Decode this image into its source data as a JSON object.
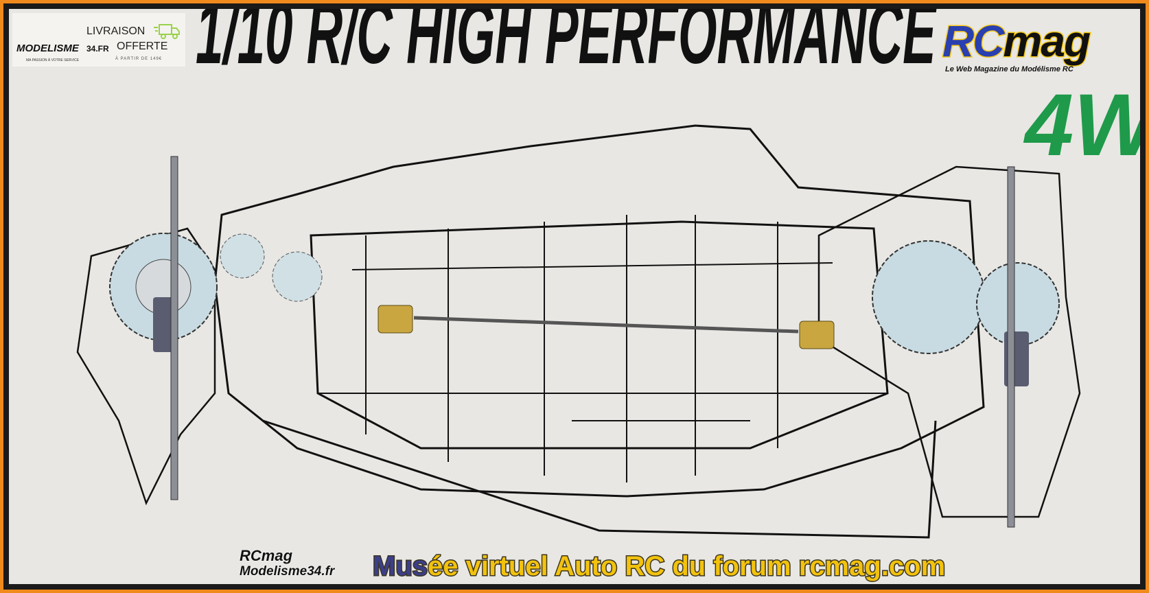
{
  "box_title": "1/10 R/C HIGH PERFORMANCE",
  "box_title_suffix": "4W",
  "promo": {
    "brand": "MODELISME",
    "brand_suffix": "34.FR",
    "tagline": "MA PASSION À VOTRE SERVICE",
    "line1": "LIVRAISON",
    "line2": "OFFERTE",
    "line3": "À PARTIR DE 149€",
    "icon": "delivery-truck-icon"
  },
  "rcmag_logo": {
    "rc": "RC",
    "mag": "mag",
    "tagline": "Le Web Magazine du Modélisme RC"
  },
  "watermark": {
    "line1": "RCmag",
    "line2": "Modelisme34.fr"
  },
  "caption": {
    "highlight": "Mus",
    "rest": "ée virtuel Auto RC du forum rcmag.com"
  },
  "colors": {
    "border": "#f08a1c",
    "caption": "#f2c20e",
    "rc_blue": "#2a3fb0",
    "green": "#1e9a4a"
  }
}
